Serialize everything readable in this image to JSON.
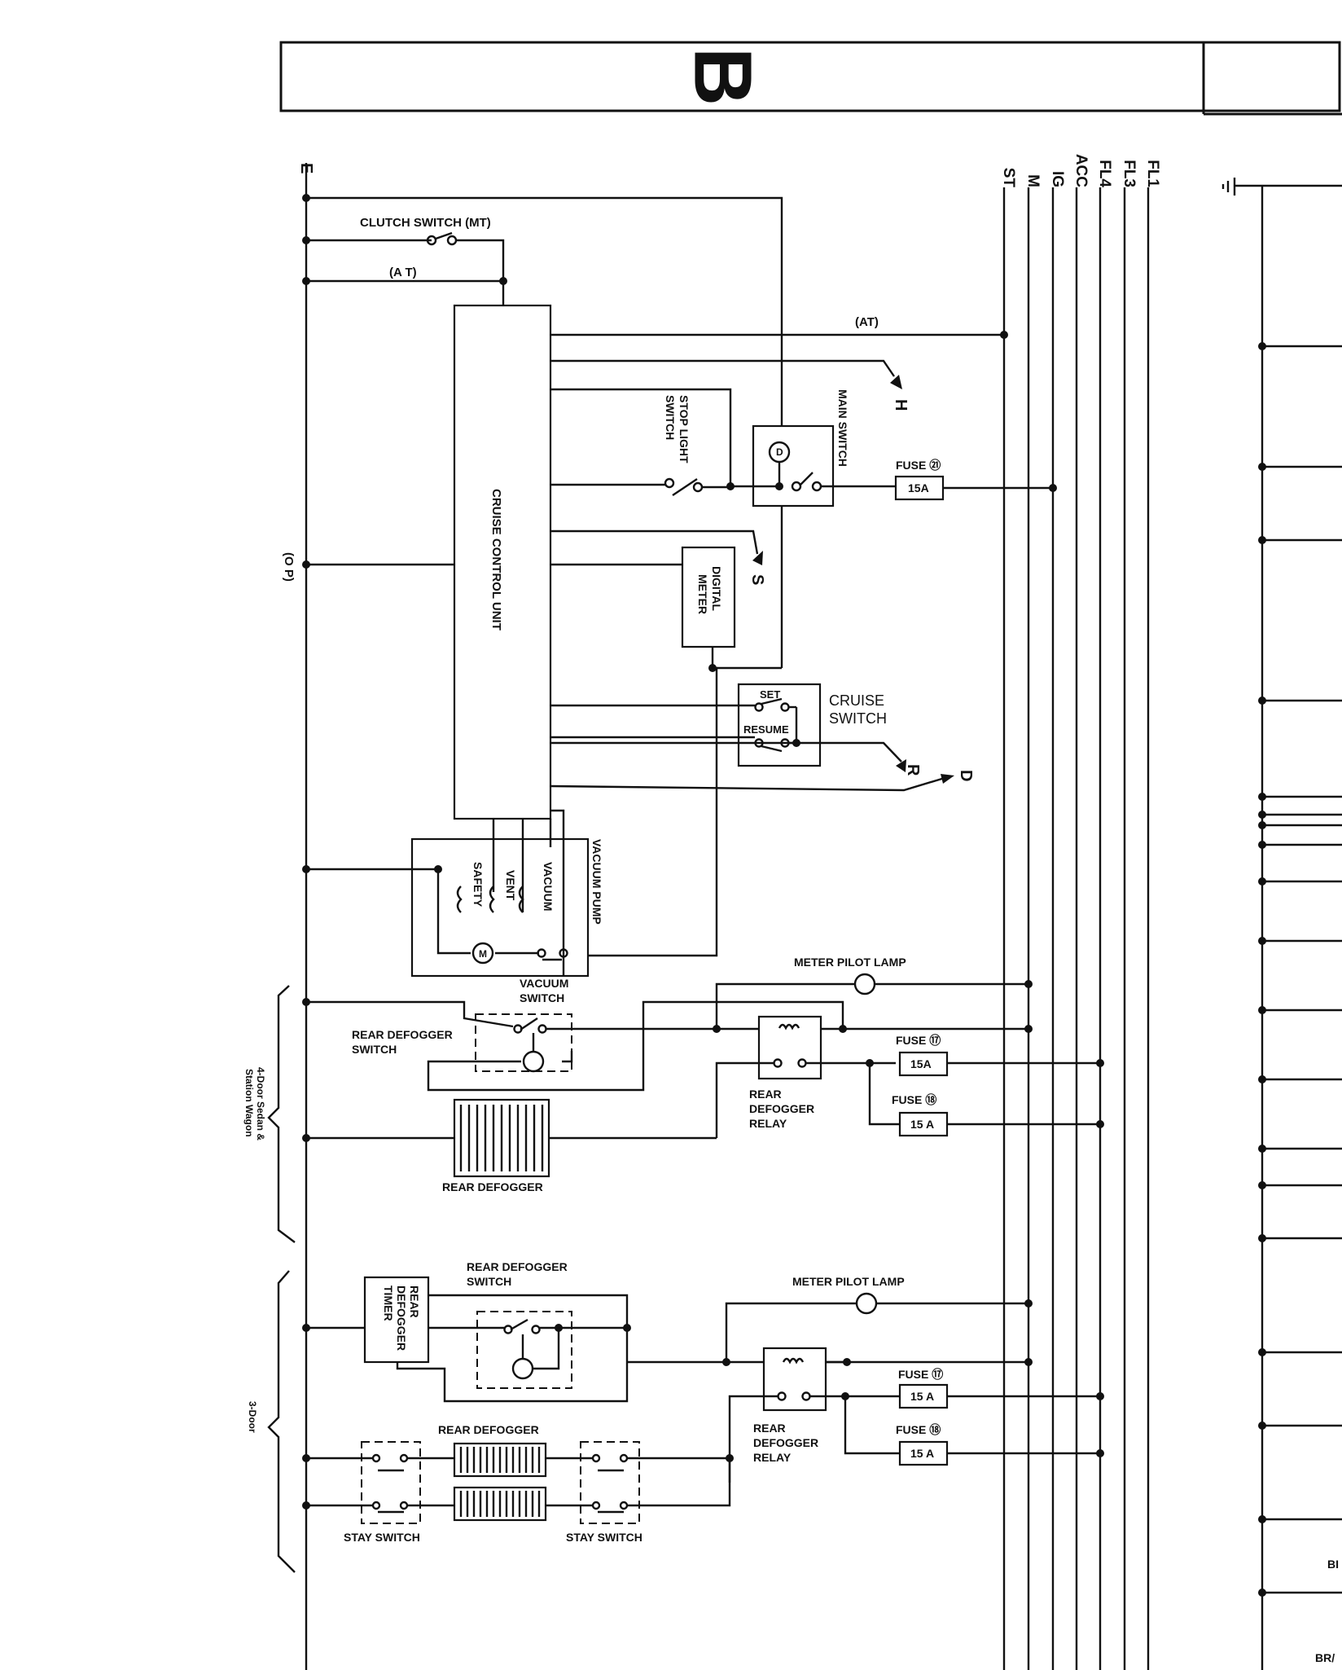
{
  "header": {
    "section_letter": "B"
  },
  "bus_labels": [
    "ST",
    "M",
    "IG",
    "ACC",
    "FL4",
    "FL3",
    "FL1"
  ],
  "left_labels": {
    "e": "E",
    "at_paren": "(A T)",
    "op": "(O P)"
  },
  "cruise": {
    "clutch_switch": "CLUTCH SWITCH (MT)",
    "at_label": "(AT)",
    "control_unit": "CRUISE CONTROL UNIT",
    "stop_light_switch": [
      "STOP LIGHT",
      "SWITCH"
    ],
    "main_switch": "MAIN SWITCH",
    "fuse21": "FUSE ㉑",
    "fuse21_rating": "15A",
    "digital_meter": [
      "DIGITAL",
      "METER"
    ],
    "cruise_switch": [
      "CRUISE",
      "SWITCH"
    ],
    "set": "SET",
    "resume": "RESUME",
    "vacuum_pump": "VACUUM PUMP",
    "vacuum": "VACUUM",
    "vent": "VENT",
    "safety": "SAFETY",
    "vacuum_switch": [
      "VACUUM",
      "SWITCH"
    ],
    "arrow_h": "H",
    "arrow_s": "S",
    "arrow_r": "R",
    "arrow_d": "D"
  },
  "four_door": {
    "group_label": [
      "4-Door Sedan &",
      "Station Wagon"
    ],
    "meter_pilot_lamp": "METER PILOT LAMP",
    "rear_defogger_switch": [
      "REAR DEFOGGER",
      "SWITCH"
    ],
    "rear_defogger_relay": [
      "REAR",
      "DEFOGGER",
      "RELAY"
    ],
    "fuse17": "FUSE ⑰",
    "fuse17_rating": "15A",
    "fuse18": "FUSE ⑱",
    "fuse18_rating": "15 A",
    "rear_defogger": "REAR DEFOGGER"
  },
  "three_door": {
    "group_label": "3-Door",
    "rear_defogger_switch": [
      "REAR DEFOGGER",
      "SWITCH"
    ],
    "rear_defogger_timer": [
      "REAR",
      "DEFOGGER",
      "TIMER"
    ],
    "meter_pilot_lamp": "METER PILOT LAMP",
    "fuse17": "FUSE ⑰",
    "fuse17_rating": "15 A",
    "fuse18": "FUSE ⑱",
    "fuse18_rating": "15 A",
    "rear_defogger": "REAR DEFOGGER",
    "rear_defogger_relay": [
      "REAR",
      "DEFOGGER",
      "RELAY"
    ],
    "stay_switch_left": "STAY SWITCH",
    "stay_switch_right": "STAY SWITCH"
  },
  "edge_fragments": {
    "b1": "BI",
    "b2": "BR/"
  }
}
